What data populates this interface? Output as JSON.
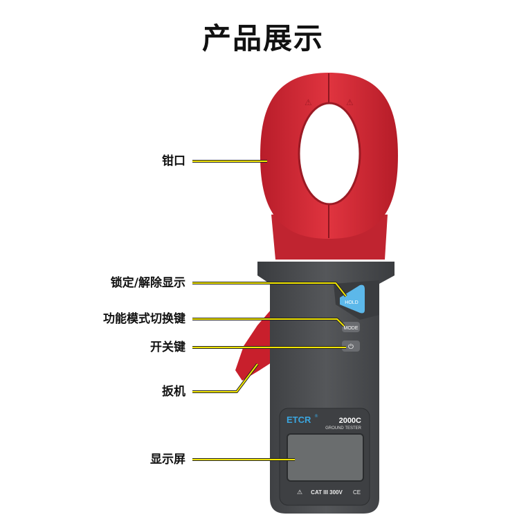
{
  "title": "产品展示",
  "callouts": [
    {
      "id": "jaw",
      "label": "钳口"
    },
    {
      "id": "hold",
      "label": "锁定/解除显示"
    },
    {
      "id": "mode",
      "label": "功能模式切换键"
    },
    {
      "id": "power",
      "label": "开关键"
    },
    {
      "id": "trigger",
      "label": "扳机"
    },
    {
      "id": "display",
      "label": "显示屏"
    }
  ],
  "device": {
    "brand": "ETCR",
    "registered": "®",
    "model": "2000C",
    "subtitle": "GROUND TESTER",
    "rating": "CAT III 300V",
    "ce": "CE",
    "hold_button": "HOLD",
    "mode_button": "MODE"
  },
  "colors": {
    "clamp": "#d42a36",
    "body": "#4a4c4f",
    "hold": "#5cb8ea",
    "line": "#f2e600"
  }
}
